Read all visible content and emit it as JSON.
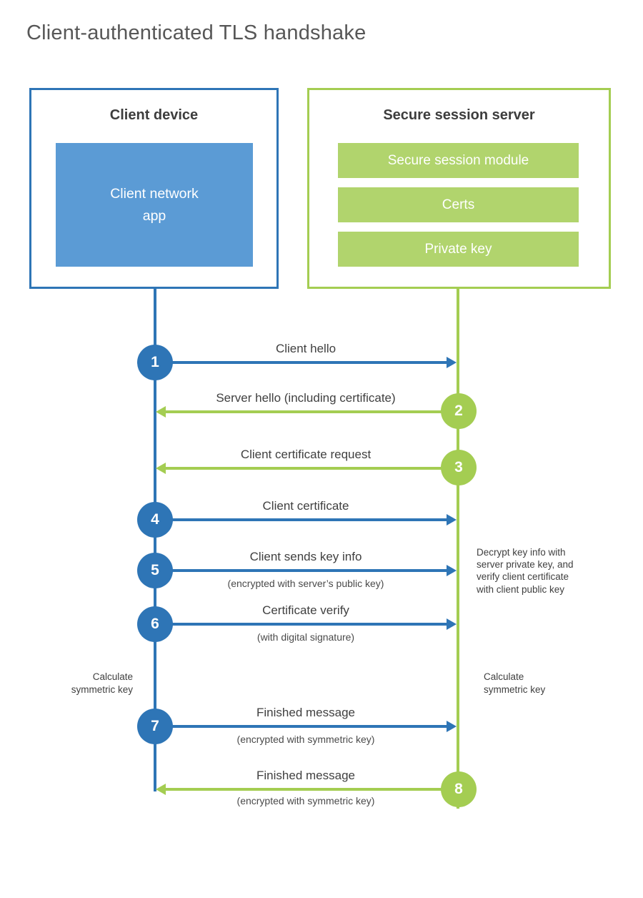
{
  "title": "Client-authenticated TLS handshake",
  "colors": {
    "blue": "#2e75b6",
    "blue_fill": "#5b9bd5",
    "green": "#a4cd52",
    "green_fill": "#b1d46d"
  },
  "client_box": {
    "title": "Client device",
    "app_label": "Client network\napp"
  },
  "server_box": {
    "title": "Secure session server",
    "modules": [
      "Secure session module",
      "Certs",
      "Private key"
    ]
  },
  "steps": [
    {
      "num": "1",
      "label": "Client hello",
      "sub": "",
      "direction": "right",
      "from": "client"
    },
    {
      "num": "2",
      "label": "Server hello (including certificate)",
      "sub": "",
      "direction": "left",
      "from": "server"
    },
    {
      "num": "3",
      "label": "Client certificate request",
      "sub": "",
      "direction": "left",
      "from": "server"
    },
    {
      "num": "4",
      "label": "Client certificate",
      "sub": "",
      "direction": "right",
      "from": "client"
    },
    {
      "num": "5",
      "label": "Client sends key info",
      "sub": "(encrypted with server’s public key)",
      "direction": "right",
      "from": "client"
    },
    {
      "num": "6",
      "label": "Certificate verify",
      "sub": "(with digital signature)",
      "direction": "right",
      "from": "client"
    },
    {
      "num": "7",
      "label": "Finished message",
      "sub": "(encrypted with symmetric key)",
      "direction": "right",
      "from": "client"
    },
    {
      "num": "8",
      "label": "Finished message",
      "sub": "(encrypted with symmetric key)",
      "direction": "left",
      "from": "server"
    }
  ],
  "annotations": {
    "decrypt_note": "Decrypt key info with\nserver private key, and\nverify client certificate\nwith client public key",
    "calculate_left": "Calculate symmetric key",
    "calculate_right": "Calculate symmetric key"
  }
}
